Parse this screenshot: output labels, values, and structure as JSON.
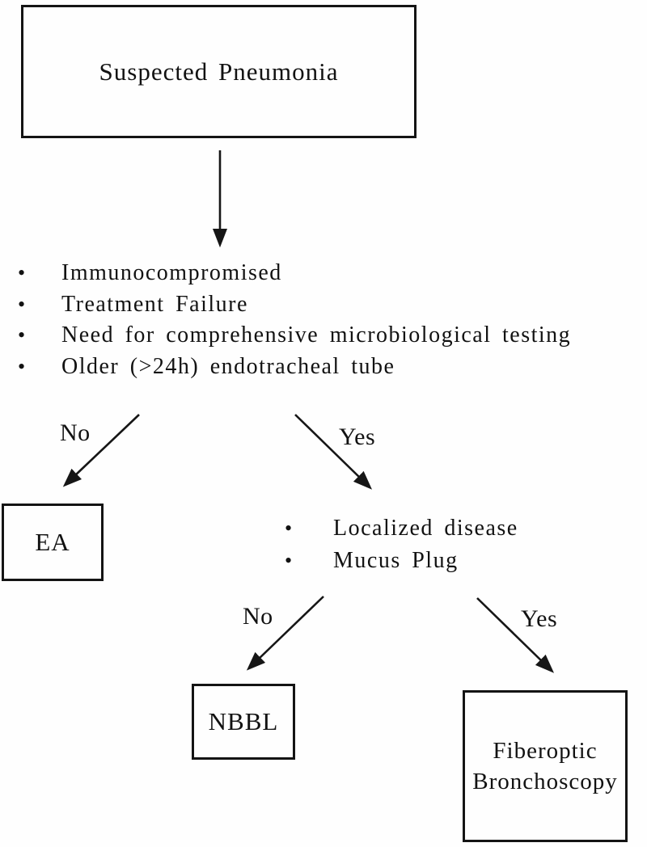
{
  "diagram": {
    "root_box": {
      "label": "Suspected Pneumonia"
    },
    "criteria": [
      "Immunocompromised",
      "Treatment Failure",
      "Need for comprehensive microbiological testing",
      "Older (>24h) endotracheal tube"
    ],
    "branch1": {
      "no_label": "No",
      "yes_label": "Yes"
    },
    "ea_box": {
      "label": "EA"
    },
    "secondary_criteria": [
      "Localized disease",
      "Mucus Plug"
    ],
    "branch2": {
      "no_label": "No",
      "yes_label": "Yes"
    },
    "nbbl_box": {
      "label": "NBBL"
    },
    "fiberoptic_box": {
      "label_line1": "Fiberoptic",
      "label_line2": "Bronchoscopy"
    }
  }
}
